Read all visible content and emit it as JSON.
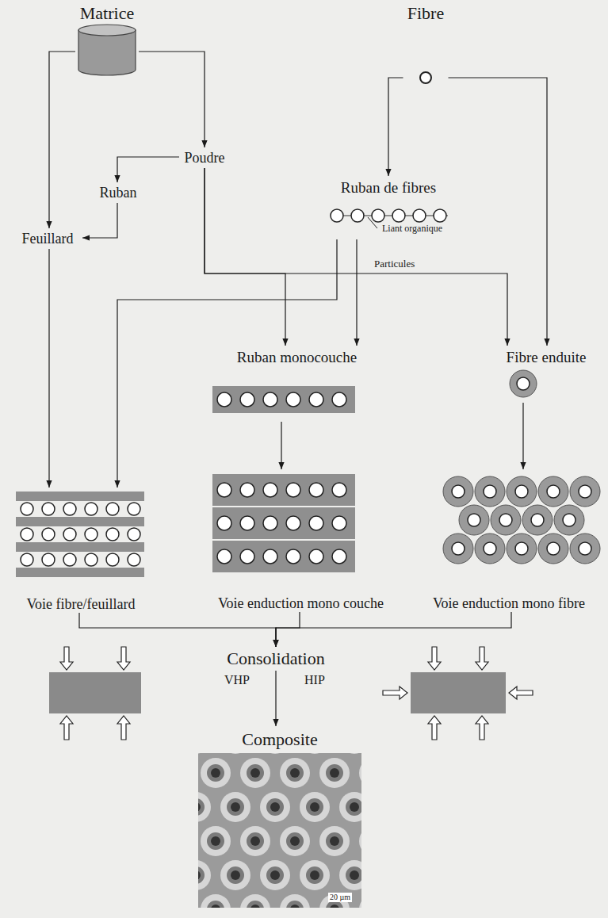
{
  "diagram": {
    "nodes": [
      {
        "text": [
          "Matrice"
        ]
      },
      {
        "text": [
          "Fibre"
        ]
      },
      {
        "text": [
          "Poudre"
        ]
      },
      {
        "text": [
          "Ruban"
        ]
      },
      {
        "text": [
          "Feuillard"
        ]
      },
      {
        "text": [
          "Ruban de fibres"
        ]
      },
      {
        "text": [
          "Ruban monocouche"
        ]
      },
      {
        "text": [
          "Fibre enduite"
        ]
      },
      {
        "text": [
          "Voie fibre/feuillard"
        ]
      },
      {
        "text": [
          "Voie enduction mono couche"
        ]
      },
      {
        "text": [
          "Voie enduction mono fibre"
        ]
      },
      {
        "text": [
          "Consolidation"
        ]
      },
      {
        "text": [
          "Composite"
        ]
      }
    ],
    "edges": [
      {
        "from": 0,
        "to": 2,
        "arrow": "to"
      },
      {
        "from": 0,
        "to": 4,
        "arrow": "to"
      },
      {
        "from": 2,
        "to": 3,
        "arrow": "to"
      },
      {
        "from": 3,
        "to": 4,
        "arrow": "to"
      },
      {
        "from": 4,
        "to": 8,
        "arrow": "to"
      },
      {
        "from": 5,
        "to": 8,
        "arrow": "to"
      },
      {
        "from": 5,
        "to": 6,
        "arrow": "to"
      },
      {
        "from": 2,
        "to": 6,
        "arrow": "to"
      },
      {
        "from": 2,
        "to": 7,
        "label": "Particules",
        "arrow": "to"
      },
      {
        "from": 1,
        "to": 5,
        "arrow": "to"
      },
      {
        "from": 1,
        "to": 7,
        "arrow": "to"
      },
      {
        "from": 6,
        "to": 9,
        "arrow": "to"
      },
      {
        "from": 7,
        "to": 10,
        "arrow": "to"
      },
      {
        "from": 8,
        "to": 11,
        "arrow": "to"
      },
      {
        "from": 9,
        "to": 11,
        "arrow": "to"
      },
      {
        "from": 10,
        "to": 11,
        "arrow": "to"
      },
      {
        "from": 11,
        "to": 12,
        "arrow": "to"
      }
    ],
    "labels": [
      "Liant organique",
      "VHP",
      "HIP",
      "20 µm"
    ]
  }
}
